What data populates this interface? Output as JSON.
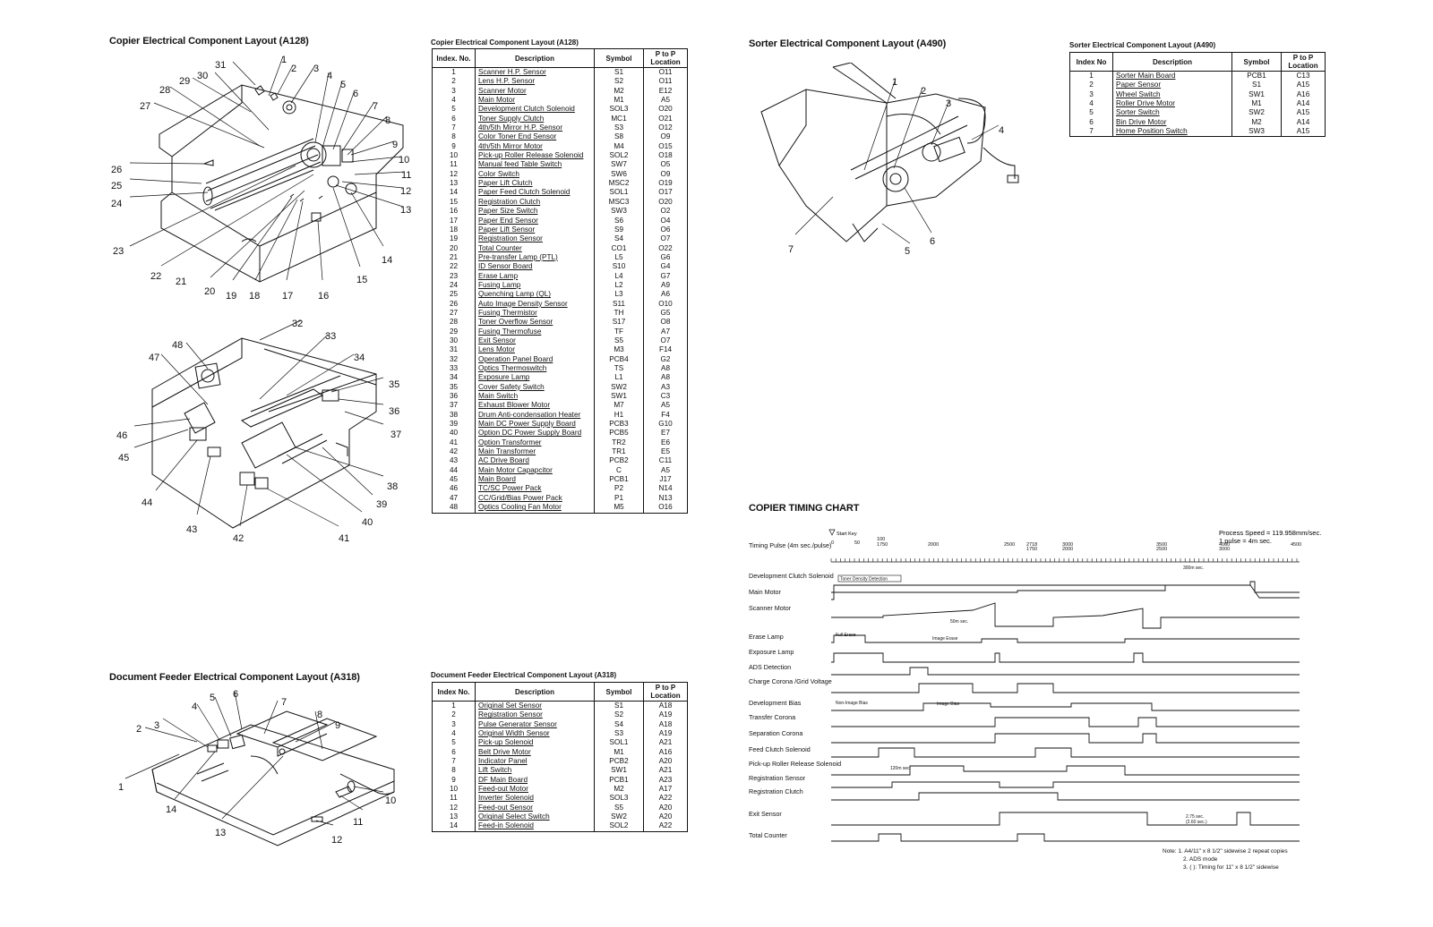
{
  "copier": {
    "title": "Copier Electrical Component Layout (A128)",
    "table_title": "Copier Electrical Component Layout (A128)",
    "headers": [
      "Index. No.",
      "Description",
      "Symbol",
      "P to P Location"
    ],
    "rows": [
      [
        "1",
        "Scanner H.P. Sensor",
        "S1",
        "O11"
      ],
      [
        "2",
        "Lens H.P. Sensor",
        "S2",
        "O11"
      ],
      [
        "3",
        "Scanner Motor",
        "M2",
        "E12"
      ],
      [
        "4",
        "Main Motor",
        "M1",
        "A5"
      ],
      [
        "5",
        "Development Clutch Solenoid",
        "SOL3",
        "O20"
      ],
      [
        "6",
        "Toner Supply Clutch",
        "MC1",
        "O21"
      ],
      [
        "7",
        "4th/5th Mirror H.P. Sensor",
        "S3",
        "O12"
      ],
      [
        "8",
        "Color Toner End Sensor",
        "S8",
        "O9"
      ],
      [
        "9",
        "4th/5th Mirror Motor",
        "M4",
        "O15"
      ],
      [
        "10",
        "Pick-up Roller Release Solenoid",
        "SOL2",
        "O18"
      ],
      [
        "11",
        "Manual feed Table Switch",
        "SW7",
        "O5"
      ],
      [
        "12",
        "Color Switch",
        "SW6",
        "O9"
      ],
      [
        "13",
        "Paper Lift Clutch",
        "MSC2",
        "O19"
      ],
      [
        "14",
        "Paper Feed Clutch Solenoid",
        "SOL1",
        "O17"
      ],
      [
        "15",
        "Registration Clutch",
        "MSC3",
        "O20"
      ],
      [
        "16",
        "Paper Size Switch",
        "SW3",
        "O2"
      ],
      [
        "17",
        "Paper End Sensor",
        "S6",
        "O4"
      ],
      [
        "18",
        "Paper Lift Sensor",
        "S9",
        "O6"
      ],
      [
        "19",
        "Registration Sensor",
        "S4",
        "O7"
      ],
      [
        "20",
        "Total Counter",
        "CO1",
        "O22"
      ],
      [
        "21",
        "Pre-transfer Lamp (PTL)",
        "L5",
        "G6"
      ],
      [
        "22",
        "ID Sensor Board",
        "S10",
        "G4"
      ],
      [
        "23",
        "Erase Lamp",
        "L4",
        "G7"
      ],
      [
        "24",
        "Fusing Lamp",
        "L2",
        "A9"
      ],
      [
        "25",
        "Quenching Lamp (QL)",
        "L3",
        "A6"
      ],
      [
        "26",
        "Auto Image Density Sensor",
        "S11",
        "O10"
      ],
      [
        "27",
        "Fusing Thermistor",
        "TH",
        "G5"
      ],
      [
        "28",
        "Toner Overflow Sensor",
        "S17",
        "O8"
      ],
      [
        "29",
        "Fusing Thermofuse",
        "TF",
        "A7"
      ],
      [
        "30",
        "Exit Sensor",
        "S5",
        "O7"
      ],
      [
        "31",
        "Lens Motor",
        "M3",
        "F14"
      ],
      [
        "32",
        "Operation Panel Board",
        "PCB4",
        "G2"
      ],
      [
        "33",
        "Optics Thermoswitch",
        "TS",
        "A8"
      ],
      [
        "34",
        "Exposure Lamp",
        "L1",
        "A8"
      ],
      [
        "35",
        "Cover Safety Switch",
        "SW2",
        "A3"
      ],
      [
        "36",
        "Main Switch",
        "SW1",
        "C3"
      ],
      [
        "37",
        "Exhaust Blower Motor",
        "M7",
        "A5"
      ],
      [
        "38",
        "Drum Anti-condensation Heater",
        "H1",
        "F4"
      ],
      [
        "39",
        "Main DC Power Supply Board",
        "PCB3",
        "G10"
      ],
      [
        "40",
        "Option DC Power Supply Board",
        "PCB5",
        "E7"
      ],
      [
        "41",
        "Option Transformer",
        "TR2",
        "E6"
      ],
      [
        "42",
        "Main Transformer",
        "TR1",
        "E5"
      ],
      [
        "43",
        "AC Drive Board",
        "PCB2",
        "C11"
      ],
      [
        "44",
        "Main Motor Capapcitor",
        "C",
        "A5"
      ],
      [
        "45",
        "Main Board",
        "PCB1",
        "J17"
      ],
      [
        "46",
        "TC/SC Power Pack",
        "P2",
        "N14"
      ],
      [
        "47",
        "CC/Grid/Bias Power Pack",
        "P1",
        "N13"
      ],
      [
        "48",
        "Optics Cooling Fan Motor",
        "M5",
        "O16"
      ]
    ]
  },
  "sorter": {
    "title": "Sorter Electrical Component Layout (A490)",
    "table_title": "Sorter Electrical Component Layout (A490)",
    "headers": [
      "Index No",
      "Description",
      "Symbol",
      "P to P Location"
    ],
    "rows": [
      [
        "1",
        "Sorter Main Board",
        "PCB1",
        "C13"
      ],
      [
        "2",
        "Paper Sensor",
        "S1",
        "A15"
      ],
      [
        "3",
        "Wheel Switch",
        "SW1",
        "A16"
      ],
      [
        "4",
        "Roller Drive Motor",
        "M1",
        "A14"
      ],
      [
        "5",
        "Sorter Switch",
        "SW2",
        "A15"
      ],
      [
        "6",
        "Bin Drive Motor",
        "M2",
        "A14"
      ],
      [
        "7",
        "Home Position Switch",
        "SW3",
        "A15"
      ]
    ]
  },
  "feeder": {
    "title": "Document Feeder Electrical Component Layout (A318)",
    "table_title": "Document Feeder Electrical Component Layout (A318)",
    "headers": [
      "Index No.",
      "Description",
      "Symbol",
      "P to P Location"
    ],
    "rows": [
      [
        "1",
        "Original Set Sensor",
        "S1",
        "A18"
      ],
      [
        "2",
        "Registration Sensor",
        "S2",
        "A19"
      ],
      [
        "3",
        "Pulse Generator Sensor",
        "S4",
        "A18"
      ],
      [
        "4",
        "Original Width Sensor",
        "S3",
        "A19"
      ],
      [
        "5",
        "Pick-up Solenoid",
        "SOL1",
        "A21"
      ],
      [
        "6",
        "Belt Drive Motor",
        "M1",
        "A16"
      ],
      [
        "7",
        "Indicator Panel",
        "PCB2",
        "A20"
      ],
      [
        "8",
        "Lift Switch",
        "SW1",
        "A21"
      ],
      [
        "9",
        "DF Main Board",
        "PCB1",
        "A23"
      ],
      [
        "10",
        "Feed-out Motor",
        "M2",
        "A17"
      ],
      [
        "11",
        "Inverter Solenoid",
        "SOL3",
        "A22"
      ],
      [
        "12",
        "Feed-out Sensor",
        "S5",
        "A20"
      ],
      [
        "13",
        "Original Select Switch",
        "SW2",
        "A20"
      ],
      [
        "14",
        "Feed-in Solenoid",
        "SOL2",
        "A22"
      ]
    ]
  },
  "timing": {
    "title": "COPIER TIMING CHART",
    "process_speed": "Process Speed = 119.958mm/sec.",
    "pulse": "1 pulse = 4m sec.",
    "start_key": "Start Key",
    "scale_labels": [
      "0",
      "50",
      "100",
      "1750",
      "2000",
      "2500",
      "2718",
      "1750",
      "3000",
      "2000",
      "3500",
      "2500",
      "4000",
      "3000",
      "4500"
    ],
    "signals": [
      "Timing Pulse (4m sec./pulse)",
      "Development Clutch Solenoid",
      "Main Motor",
      "Scanner Motor",
      "Erase Lamp",
      "Exposure Lamp",
      "ADS Detection",
      "Charge Corona /Grid Voltage",
      "Development Bias",
      "Transfer Corona",
      "Separation Corona",
      "Feed Clutch Solenoid",
      "Pick-up Roller Release Solenoid",
      "Registration Sensor",
      "Registration Clutch",
      "Exit Sensor",
      "Total Counter"
    ],
    "annotations": {
      "toner_density": "Toner Density Detection",
      "full_erase": "Full Erase",
      "image_erase": "Image Erase",
      "non_image_bias": "Non-Image Bias",
      "image_bias": "Image Bias",
      "ms300": "300m sec.",
      "ms50": "50m sec.",
      "ms120": "120m sec.",
      "s275a": "2.75 sec.",
      "s260a": "(2.60 sec.)"
    },
    "notes": [
      "Note: 1. A4/11\" x 8 1/2\" sidewise 2 repeat copies",
      "2. ADS mode",
      "3. ( ): Timing for 11\" x 8 1/2\" sidewise"
    ]
  },
  "callouts": {
    "copier_top": [
      "1",
      "2",
      "3",
      "4",
      "5",
      "6",
      "7",
      "8",
      "9",
      "10",
      "11",
      "12",
      "13",
      "14",
      "15",
      "16",
      "17",
      "18",
      "19",
      "20",
      "21",
      "22",
      "23",
      "24",
      "25",
      "26",
      "27",
      "28",
      "29",
      "30",
      "31"
    ],
    "copier_bottom": [
      "32",
      "33",
      "34",
      "35",
      "36",
      "37",
      "38",
      "39",
      "40",
      "41",
      "42",
      "43",
      "44",
      "45",
      "46",
      "47",
      "48"
    ],
    "sorter": [
      "1",
      "2",
      "3",
      "4",
      "5",
      "6",
      "7"
    ],
    "feeder": [
      "1",
      "2",
      "3",
      "4",
      "5",
      "6",
      "7",
      "8",
      "9",
      "10",
      "11",
      "12",
      "13",
      "14"
    ]
  }
}
